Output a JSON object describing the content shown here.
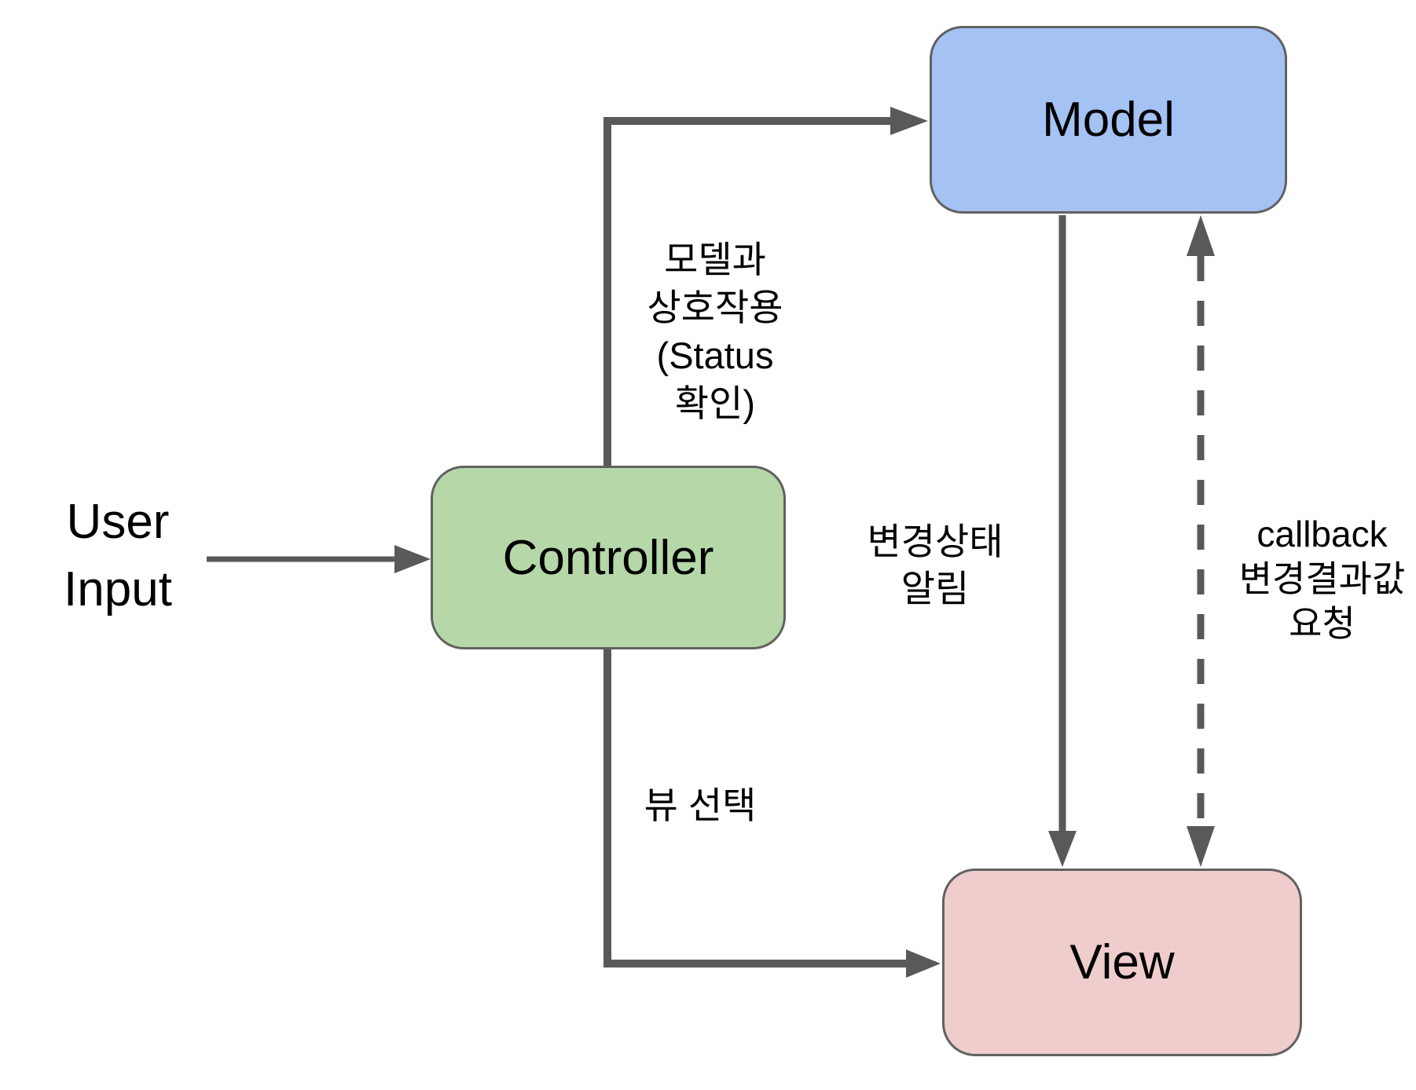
{
  "diagram": {
    "nodes": {
      "model": {
        "label": "Model",
        "fill": "#A4C2F4"
      },
      "controller": {
        "label": "Controller",
        "fill": "#B6D7A8"
      },
      "view": {
        "label": "View",
        "fill": "#EFCDCD"
      }
    },
    "annotations": {
      "user_input": "User\nInput",
      "controller_to_model": "모델과\n상호작용\n(Status\n확인)",
      "model_to_view": "변경상태\n알림",
      "view_to_model": "callback\n변경결과값\n요청",
      "controller_to_view": "뷰 선택"
    },
    "colors": {
      "connector": "#595959",
      "node_border": "#616161",
      "text": "#000000",
      "background": "#FFFFFF"
    }
  }
}
